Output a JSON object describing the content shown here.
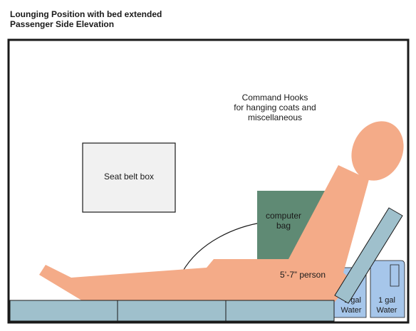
{
  "title": {
    "line1": "Lounging Position with bed extended",
    "line2": "Passenger Side Elevation"
  },
  "labels": {
    "hooks_line1": "Command Hooks",
    "hooks_line2": "for hanging coats and",
    "hooks_line3": "miscellaneous",
    "seatbelt_box": "Seat belt box",
    "computer_bag_line1": "computer",
    "computer_bag_line2": "bag",
    "person": "5’-7” person",
    "water_left_line1": "1 gal",
    "water_left_line2": "Water",
    "water_right_line1": "1 gal",
    "water_right_line2": "Water"
  },
  "colors": {
    "outline": "#1a1a1a",
    "person": "#f4ab88",
    "bag": "#5f8a74",
    "cushion": "#9fc0cc",
    "water_jug": "#a6c6ea",
    "seatbelt_box": "#f1f1f1"
  }
}
